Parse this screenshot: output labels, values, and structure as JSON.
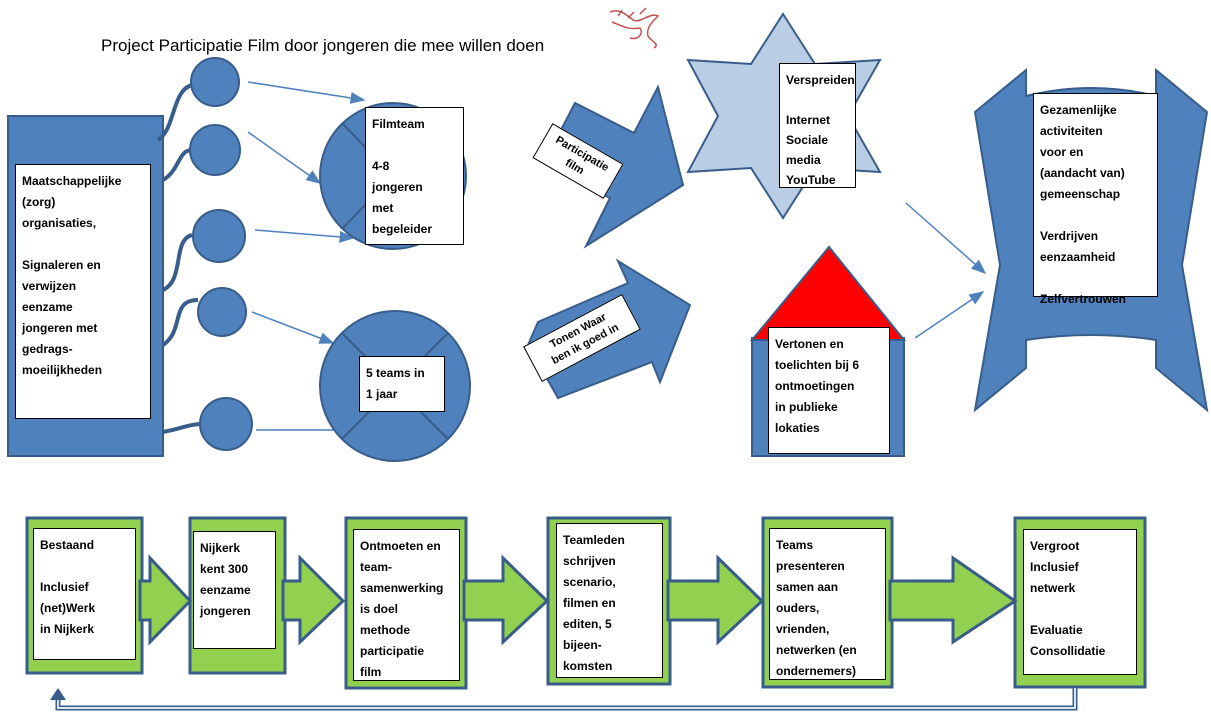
{
  "title": "Project Participatie Film door jongeren die mee willen doen",
  "colors": {
    "fill": "#4f81bd",
    "stroke": "#385d8a",
    "star": "#b9cde5",
    "roof": "#ff0000",
    "green": "#92d050",
    "bottom_frame": "#4f81bd",
    "arrow_line": "#4f81bd"
  },
  "icons": {
    "logo": "dragon-logo-icon"
  },
  "top": {
    "organisations": "Maatschappelijke\n(zorg)\norganisaties,\n\nSignaleren  en\nverwijzen\neenzame\njongeren met\ngedrags-\nmoeilijkheden",
    "filmteam": "Filmteam\n\n4-8\njongeren\nmet\nbegeleider",
    "teams": "5 teams in\n1 jaar",
    "arrow1_label": "Participatie\nfilm",
    "arrow2_label": "Tonen Waar\nben ik goed in",
    "star_box": "Verspreiden\n\nInternet\nSociale\nmedia\nYouTube",
    "house_box": "Vertonen  en\ntoelichten  bij 6\nontmoetingen\nin publieke\nlokaties",
    "banner_box": "Gezamenlijke\nactiviteiten\nvoor  en\n(aandacht van)\ngemeenschap\n\nVerdrijven\neenzaamheid\n\nZelfvertrouwen"
  },
  "bottom": {
    "steps": [
      "Bestaand\n\nInclusief\n(net)Werk\nin  Nijkerk",
      "Nijkerk\nkent 300\neenzame\njongeren",
      "Ontmoeten en\nteam-\nsamenwerking\nis doel\nmethode\nparticipatie\nfilm",
      "Teamleden\nschrijven\nscenario,\nfilmen en\nediten,  5\nbijeen-\nkomsten",
      "Teams\npresenteren\nsamen aan\nouders,\nvrienden,\nnetwerken  (en\nondernemers)",
      "Vergroot\nInclusief\nnetwerk\n\nEvaluatie\nConsollidatie"
    ]
  }
}
